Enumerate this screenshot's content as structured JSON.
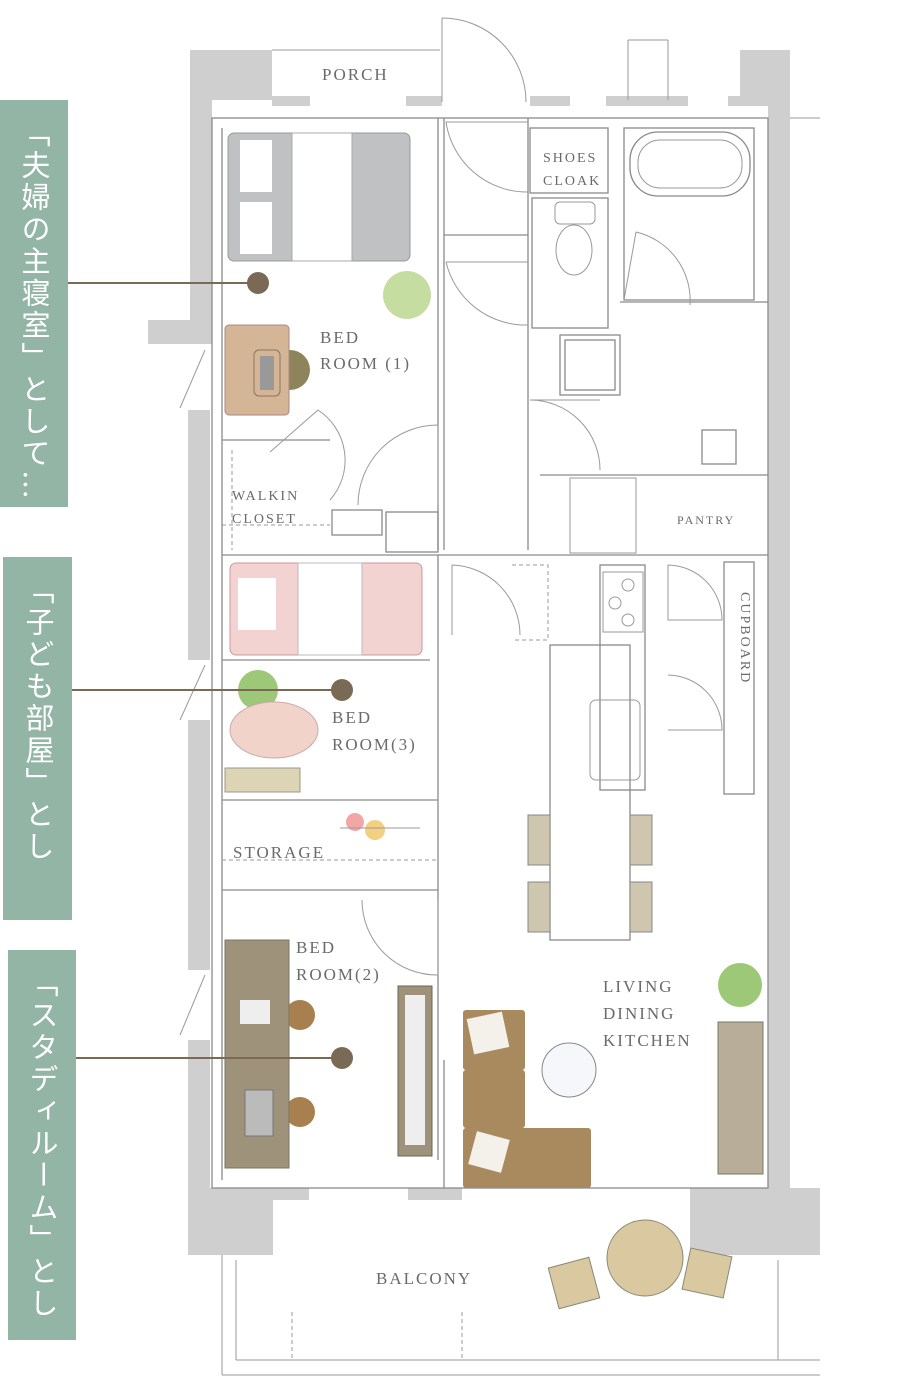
{
  "callouts": [
    {
      "text": "「夫婦の主寝室」として…",
      "target": "BED ROOM (1)"
    },
    {
      "text": "「子ども部屋」として…",
      "target": "BED ROOM(3)"
    },
    {
      "text": "「スタディルーム」として…",
      "target": "BED ROOM(2)"
    }
  ],
  "rooms": {
    "porch": "PORCH",
    "shoes_1": "SHOES",
    "shoes_2": "CLOAK",
    "bed1_1": "BED",
    "bed1_2": "ROOM (1)",
    "walkin_1": "WALKIN",
    "walkin_2": "CLOSET",
    "pantry": "PANTRY",
    "cupboard": "CUPBOARD",
    "bed3_1": "BED",
    "bed3_2": "ROOM(3)",
    "storage": "STORAGE",
    "bed2_1": "BED",
    "bed2_2": "ROOM(2)",
    "ldk_1": "LIVING",
    "ldk_2": "DINING",
    "ldk_3": "KITCHEN",
    "balcony": "BALCONY"
  },
  "colors": {
    "panel": "#93b5a5",
    "wall": "#cfcfcf",
    "dot": "#7a6a55"
  }
}
